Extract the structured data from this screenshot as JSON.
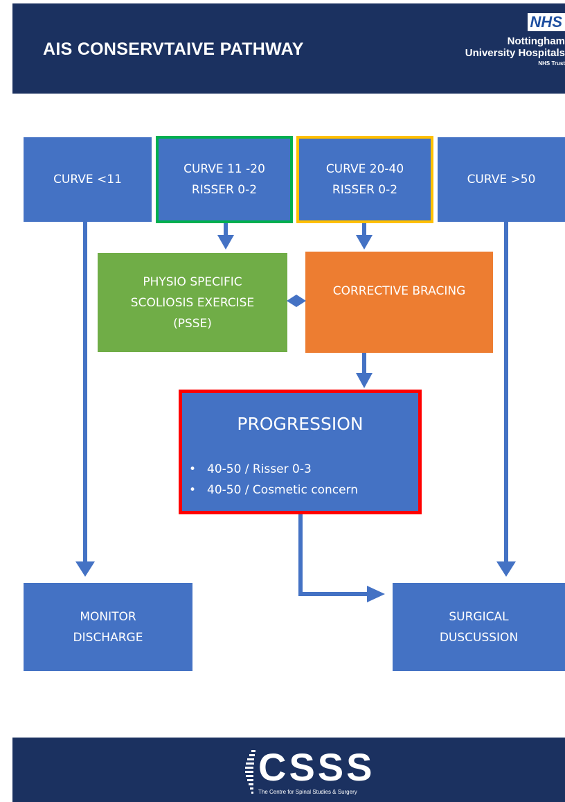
{
  "header": {
    "title": "AIS CONSERVTAIVE PATHWAY",
    "nhs_badge": "NHS",
    "org_line1": "Nottingham",
    "org_line2": "University Hospitals",
    "org_trust": "NHS Trust"
  },
  "boxes": {
    "curve_lt11": [
      "CURVE <11"
    ],
    "curve_11_20": [
      "CURVE 11 -20",
      "RISSER 0-2"
    ],
    "curve_20_40": [
      "CURVE 20-40",
      "RISSER 0-2"
    ],
    "curve_gt50": [
      "CURVE >50"
    ],
    "psse": [
      "PHYSIO SPECIFIC",
      "SCOLIOSIS EXERCISE",
      "(PSSE)"
    ],
    "bracing": [
      "CORRECTIVE BRACING"
    ],
    "monitor": [
      "MONITOR",
      "DISCHARGE"
    ],
    "surgical": [
      "SURGICAL",
      "DUSCUSSION"
    ]
  },
  "progression": {
    "title": "PROGRESSION",
    "items": [
      "40-50 / Risser 0-3",
      "40-50 / Cosmetic concern"
    ]
  },
  "footer": {
    "logo_text": "CSSS",
    "logo_subtitle": "The Centre for Spinal Studies & Surgery"
  },
  "colors": {
    "navy": "#1b3160",
    "box_blue": "#4472c4",
    "green": "#70ad47",
    "orange": "#ed7d31",
    "green_outline": "#00b050",
    "yellow_outline": "#ffc000",
    "red_outline": "#ff0000"
  }
}
